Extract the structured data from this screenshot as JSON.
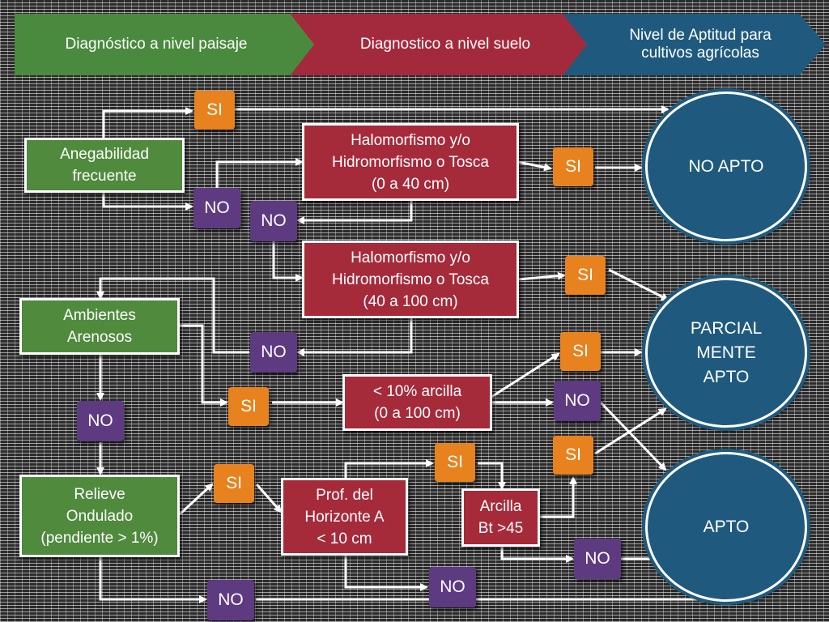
{
  "header": {
    "step1": "Diagnóstico a nivel paisaje",
    "step2": "Diagnostico a nivel suelo",
    "step3_line1": "Nivel de Aptitud para",
    "step3_line2": "cultivos agrícolas"
  },
  "nodes": {
    "anegabilidad": [
      "Anegabilidad",
      "frecuente"
    ],
    "ambientes": [
      "Ambientes",
      "Arenosos"
    ],
    "relieve": [
      "Relieve",
      "Ondulado",
      "(pendiente > 1%)"
    ],
    "halo1": [
      "Halomorfismo y/o",
      "Hidromorfismo o Tosca",
      "(0 a 40 cm)"
    ],
    "halo2": [
      "Halomorfismo y/o",
      "Hidromorfismo o Tosca",
      "(40 a 100 cm)"
    ],
    "arcilla10": [
      "< 10% arcilla",
      "(0 a 100 cm)"
    ],
    "prof": [
      "Prof. del",
      "Horizonte  A",
      "< 10 cm"
    ],
    "arcillabt": [
      "Arcilla",
      "Bt >45"
    ]
  },
  "labels": {
    "si": "SI",
    "no": "NO"
  },
  "results": {
    "no_apto": "NO APTO",
    "parcial": [
      "PARCIAL",
      "MENTE",
      "APTO"
    ],
    "apto": "APTO"
  },
  "colors": {
    "landscape": "#4a8a3e",
    "soil": "#a32a3c",
    "result": "#1f5a7e",
    "si": "#e8821e",
    "no": "#5e3a80"
  }
}
